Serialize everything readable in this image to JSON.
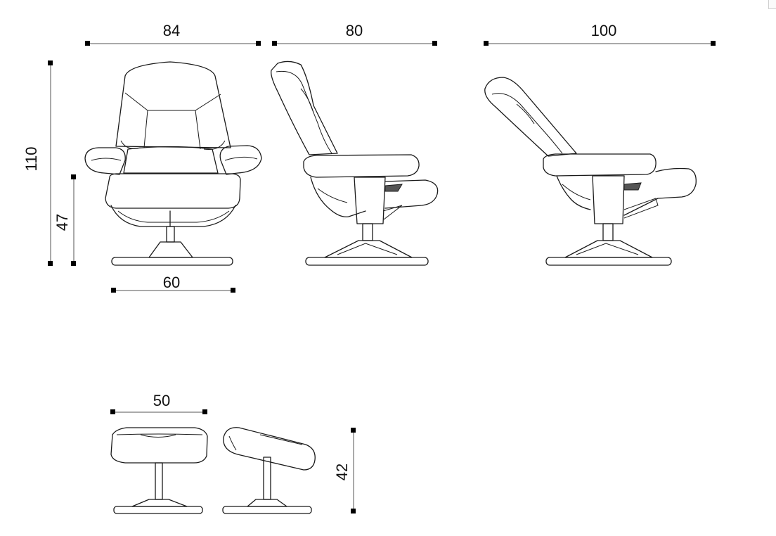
{
  "dimensions": {
    "chair_front_width": "84",
    "chair_side_depth": "80",
    "chair_reclined_depth": "100",
    "chair_total_height": "110",
    "chair_seat_height": "47",
    "chair_base_width": "60",
    "ottoman_width": "50",
    "ottoman_height": "42"
  },
  "colors": {
    "line": "#1a1a1a",
    "marker": "#000000",
    "shade": "#555555"
  }
}
